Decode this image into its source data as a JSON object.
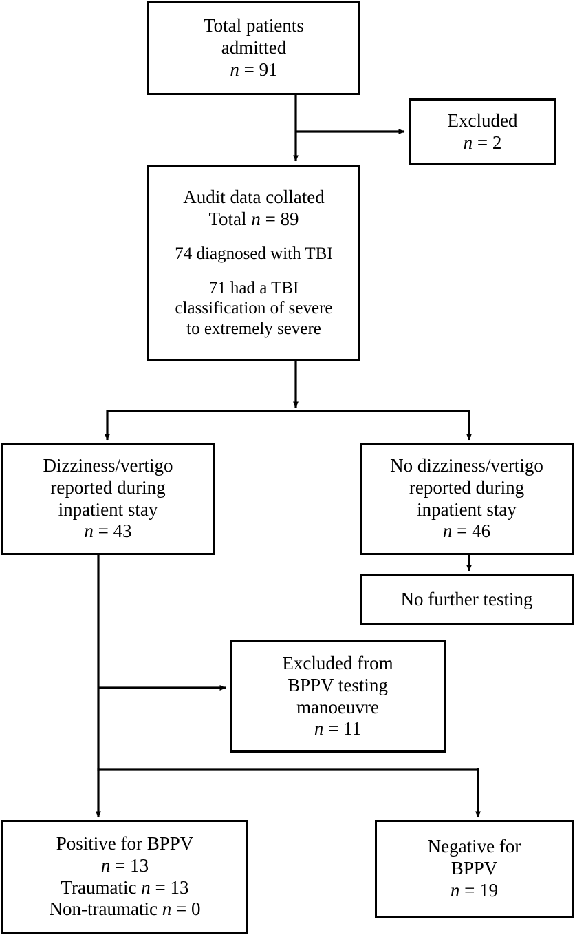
{
  "diagram": {
    "title": "BPPV audit patient flow diagram",
    "type": "flowchart",
    "background_color": "#ffffff",
    "line_color": "#000000",
    "nodes": [
      {
        "id": "total-patients-admitted",
        "lines": [
          "Total patients",
          "admitted",
          "n = 91"
        ],
        "italic_lines": [
          2
        ]
      },
      {
        "id": "excluded",
        "lines": [
          "Excluded",
          "n = 2"
        ],
        "italic_lines": [
          1
        ]
      },
      {
        "id": "audit-data-collated",
        "lines": [
          "Audit data collated",
          "Total n = 89",
          "",
          "74 diagnosed with TBI",
          "",
          "71 had a TBI",
          "classification of severe",
          "to extremely severe"
        ],
        "italic_lines": [
          1
        ]
      },
      {
        "id": "dizziness-reported",
        "lines": [
          "Dizziness/vertigo",
          "reported during",
          "inpatient stay",
          "n = 43"
        ],
        "italic_lines": [
          3
        ]
      },
      {
        "id": "no-dizziness-reported",
        "lines": [
          "No dizziness/vertigo",
          "reported during",
          "inpatient stay",
          "n = 46"
        ],
        "italic_lines": [
          3
        ]
      },
      {
        "id": "no-further-testing",
        "lines": [
          "No further testing"
        ],
        "italic_lines": []
      },
      {
        "id": "excluded-from-bppv-testing",
        "lines": [
          "Excluded from",
          "BPPV testing",
          "manoeuvre",
          "n = 11"
        ],
        "italic_lines": [
          3
        ]
      },
      {
        "id": "positive-for-bppv",
        "lines": [
          "Positive for BPPV",
          "n = 13",
          "Traumatic n = 13",
          "Non-traumatic n = 0"
        ],
        "italic_lines": [
          1,
          2,
          3
        ]
      },
      {
        "id": "negative-for-bppv",
        "lines": [
          "Negative for",
          "BPPV",
          "n = 19"
        ],
        "italic_lines": [
          2
        ]
      }
    ]
  },
  "boxes": {
    "total_patients": {
      "line1": "Total patients",
      "line2": "admitted",
      "line3_n": "n",
      "line3_val": " = 91"
    },
    "excluded_top": {
      "line1": "Excluded",
      "line2_n": "n",
      "line2_val": " = 2"
    },
    "audit": {
      "line1": "Audit data collated",
      "line2_pre": "Total ",
      "line2_n": "n",
      "line2_val": " = 89",
      "line3": "74 diagnosed with TBI",
      "line4": "71 had a TBI",
      "line5": "classification of severe",
      "line6": "to extremely severe"
    },
    "dizziness": {
      "line1": "Dizziness/vertigo",
      "line2": "reported during",
      "line3": "inpatient stay",
      "line4_n": "n",
      "line4_val": " = 43"
    },
    "no_dizziness": {
      "line1": "No dizziness/vertigo",
      "line2": "reported during",
      "line3": "inpatient stay",
      "line4_n": "n",
      "line4_val": " = 46"
    },
    "no_further_testing": {
      "line1": "No further testing"
    },
    "excluded_bppv": {
      "line1": "Excluded from",
      "line2": "BPPV testing",
      "line3": "manoeuvre",
      "line4_n": "n",
      "line4_val": " = 11"
    },
    "positive": {
      "line1": "Positive for BPPV",
      "line2_n": "n",
      "line2_val": " = 13",
      "line3_pre": "Traumatic ",
      "line3_n": "n",
      "line3_val": " = 13",
      "line4_pre": "Non-traumatic ",
      "line4_n": "n",
      "line4_val": " = 0"
    },
    "negative": {
      "line1": "Negative for",
      "line2": "BPPV",
      "line3_n": "n",
      "line3_val": " = 19"
    }
  },
  "counts": {
    "total_admitted": 91,
    "excluded": 2,
    "audit_total": 89,
    "diagnosed_tbi": 74,
    "severe_tbi_classification": 71,
    "dizziness_reported": 43,
    "no_dizziness_reported": 46,
    "excluded_from_testing": 11,
    "positive_bppv": 13,
    "positive_traumatic": 13,
    "positive_non_traumatic": 0,
    "negative_bppv": 19
  }
}
